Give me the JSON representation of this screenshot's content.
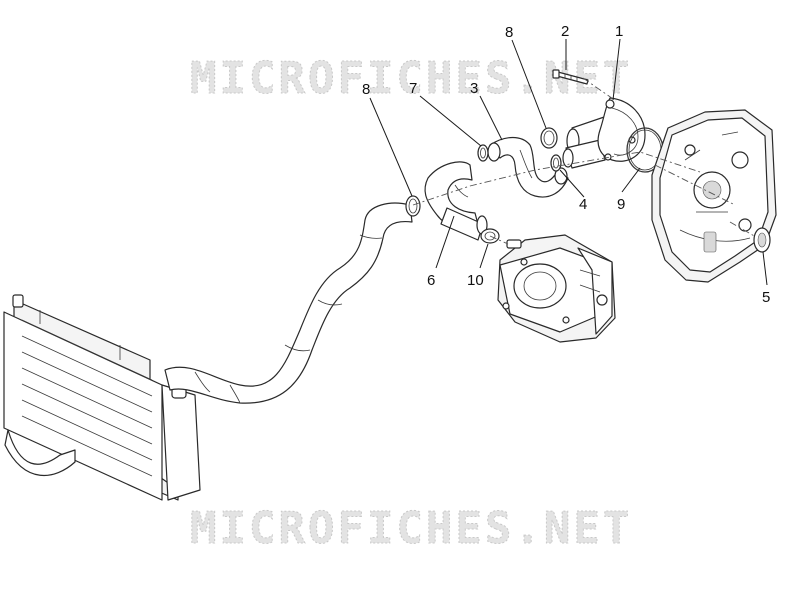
{
  "watermark": {
    "text": "MICROFICHES.NET"
  },
  "callouts": {
    "c1": "1",
    "c2": "2",
    "c3": "3",
    "c4": "4",
    "c5": "5",
    "c6": "6",
    "c7": "7",
    "c8a": "8",
    "c8b": "8",
    "c9": "9",
    "c10": "10"
  }
}
